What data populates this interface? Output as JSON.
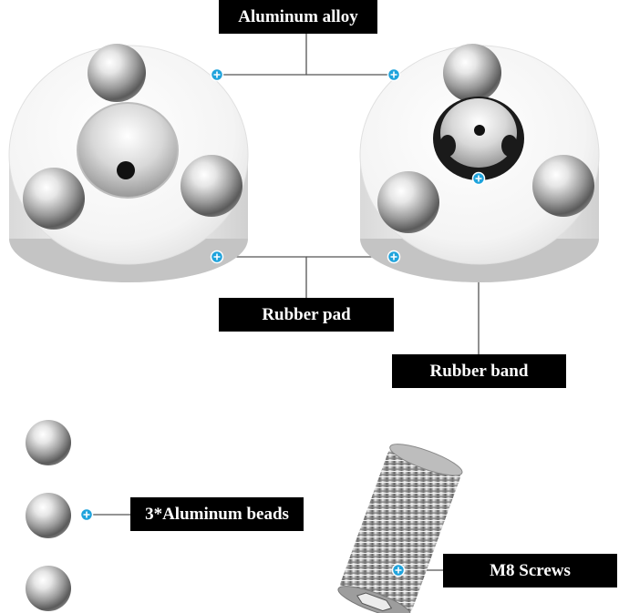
{
  "labels": {
    "aluminum_alloy": "Aluminum alloy",
    "rubber_pad": "Rubber pad",
    "rubber_band": "Rubber band",
    "aluminum_beads": "3*Aluminum beads",
    "m8_screws": "M8 Screws"
  },
  "colors": {
    "label_background": "#000000",
    "label_text": "#ffffff",
    "marker": "#1fa3dc",
    "connector_line": "#555555",
    "rubber": "#1a1a1a"
  },
  "icons": {
    "marker": "plus-circle-icon"
  }
}
